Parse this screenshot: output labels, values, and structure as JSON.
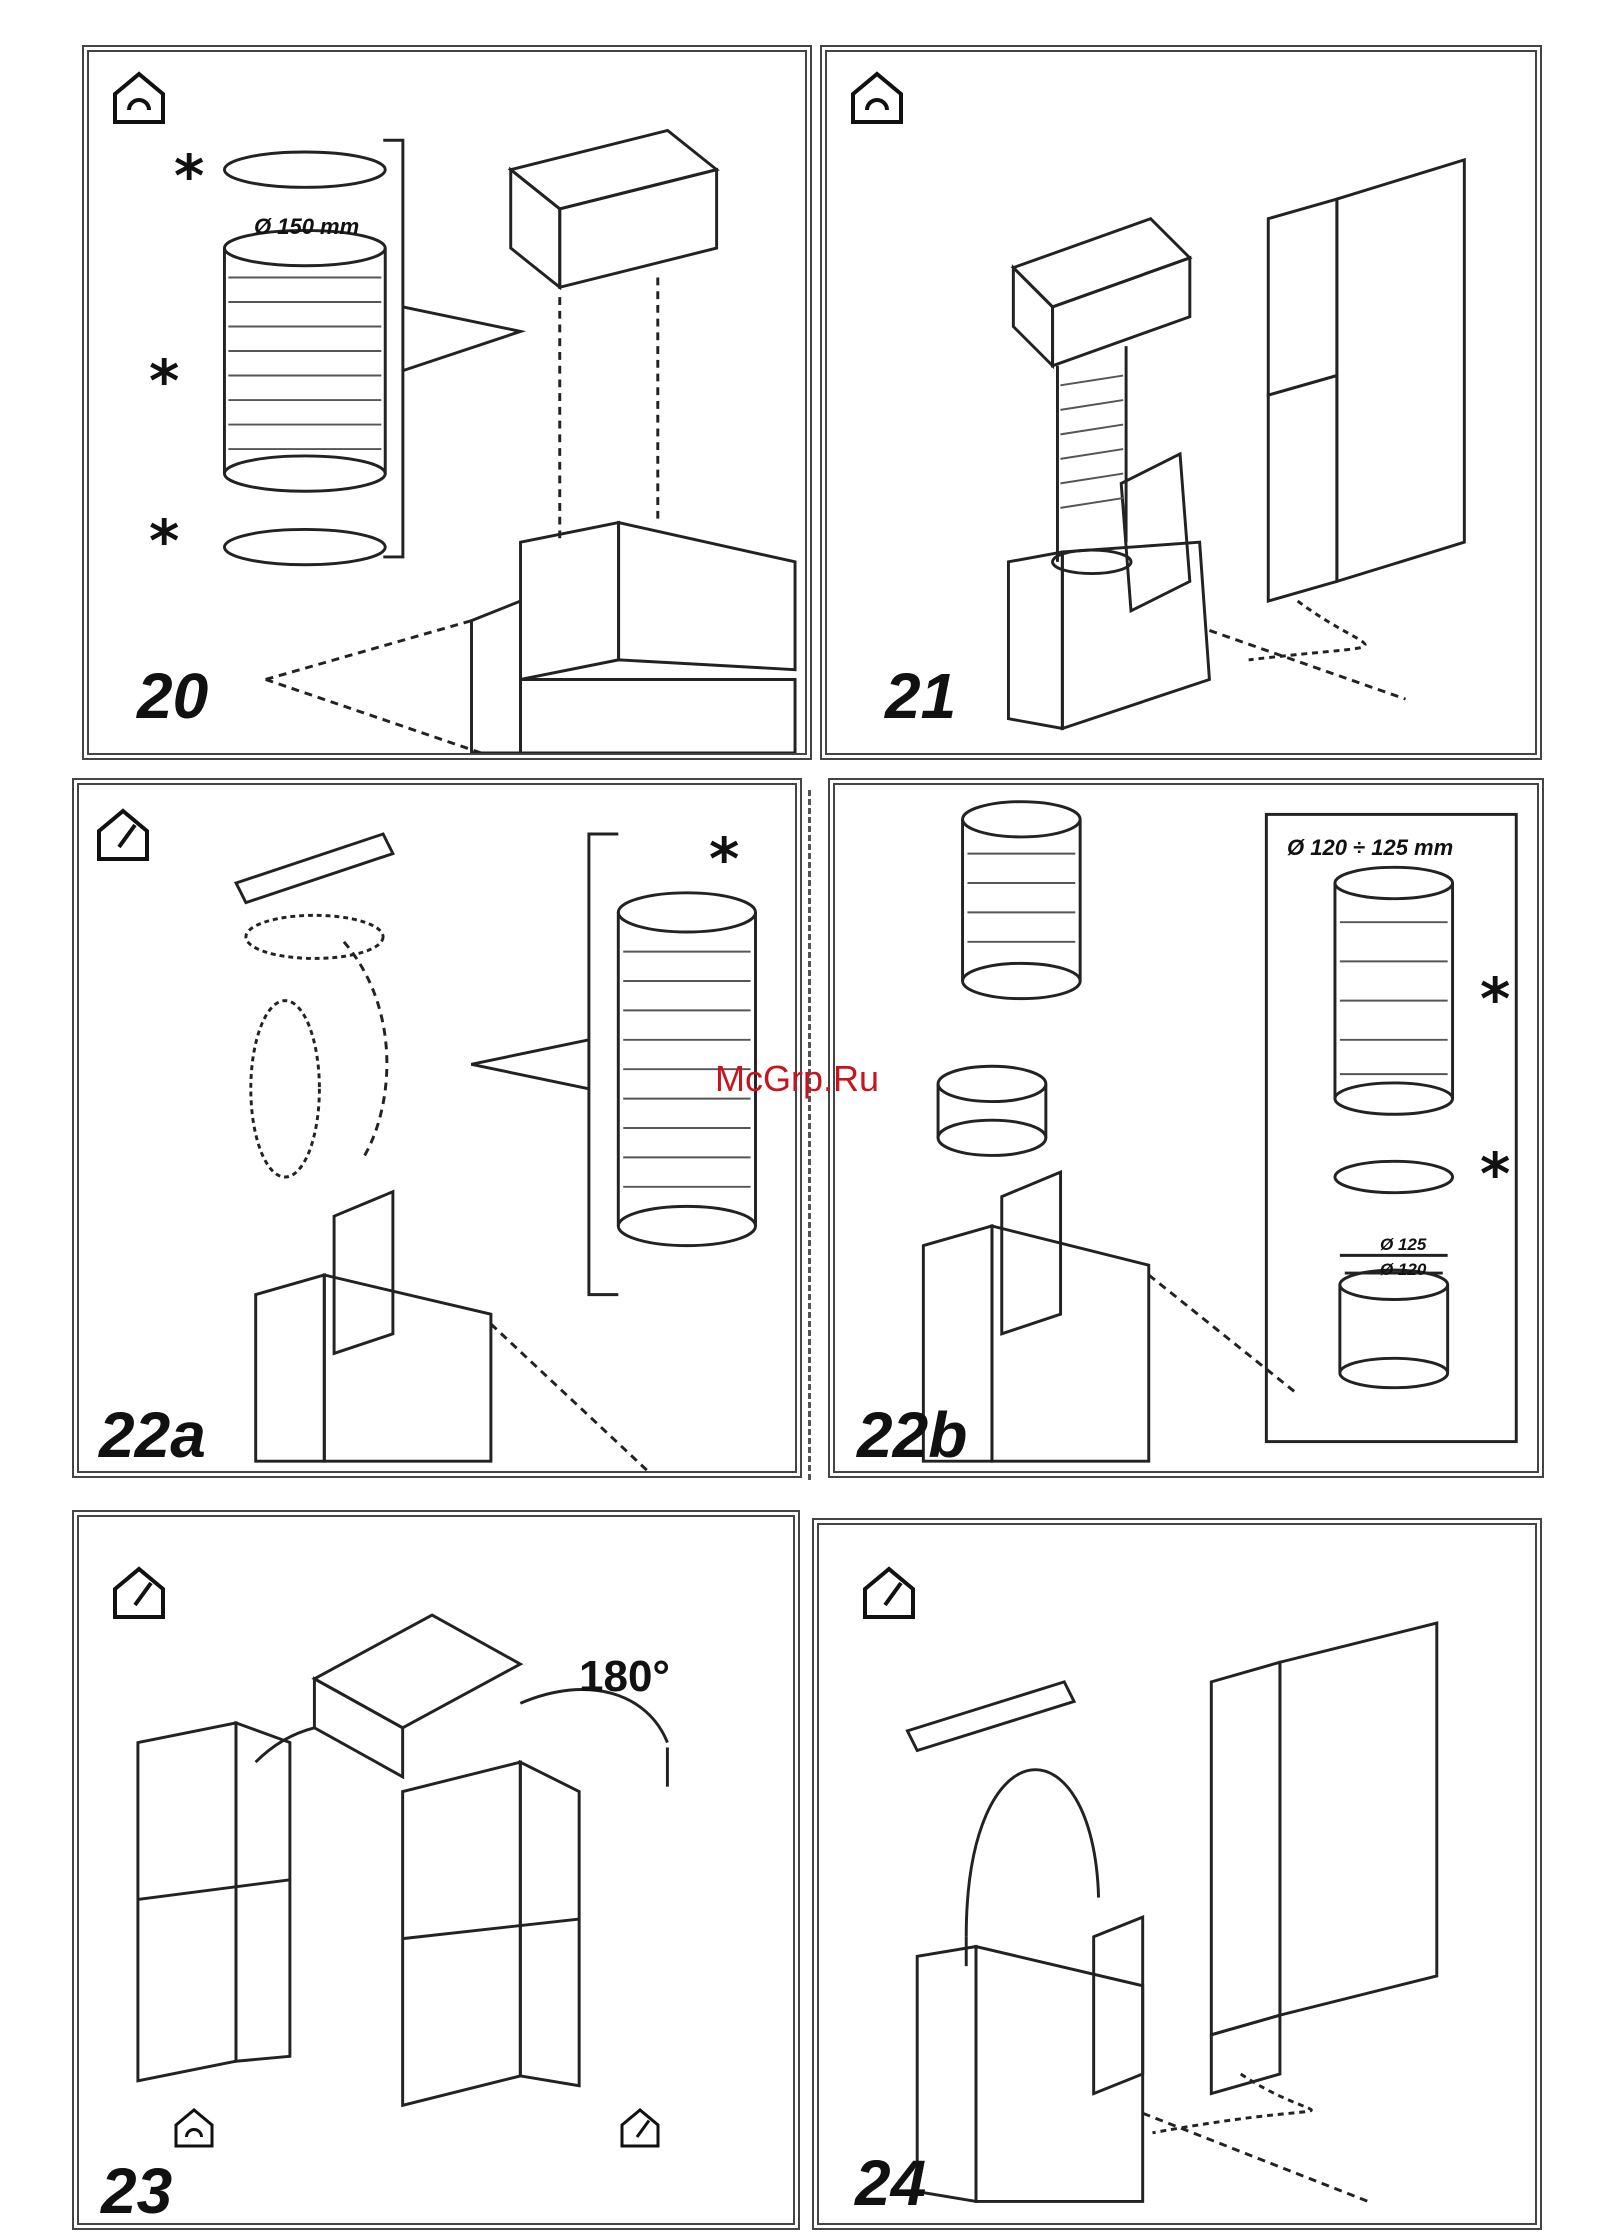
{
  "panels": {
    "p20": {
      "number": "20",
      "diameter": "Ø 150 mm"
    },
    "p21": {
      "number": "21"
    },
    "p22a": {
      "number": "22a"
    },
    "p22b": {
      "number": "22b",
      "diameter_range": "Ø 120 ÷ 125 mm",
      "outer_diameter": "Ø 125",
      "inner_diameter": "Ø 120"
    },
    "p23": {
      "number": "23",
      "rotation": "180°"
    },
    "p24": {
      "number": "24"
    }
  },
  "marks": {
    "star": "*"
  },
  "watermark": "McGrp.Ru",
  "icons": {
    "extraction": "extraction-mode-icon",
    "recirculation": "recirculation-mode-icon"
  }
}
